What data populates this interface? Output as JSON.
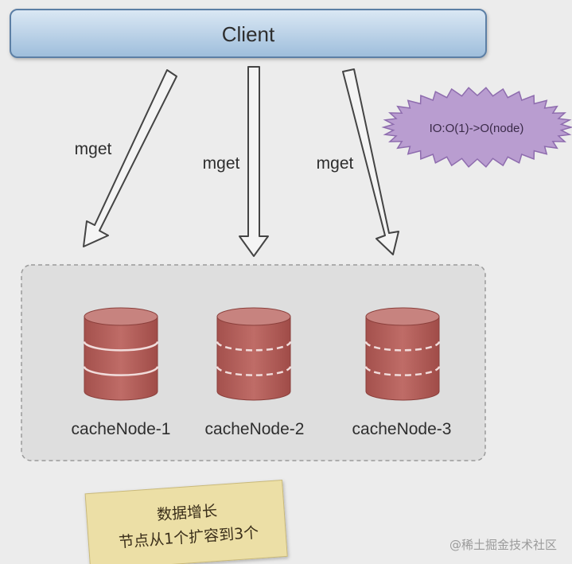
{
  "client": {
    "label": "Client"
  },
  "arrows": [
    {
      "label": "mget"
    },
    {
      "label": "mget"
    },
    {
      "label": "mget"
    }
  ],
  "complexity_badge": {
    "text": "IO:O(1)->O(node)"
  },
  "nodes": [
    {
      "label": "cacheNode-1"
    },
    {
      "label": "cacheNode-2"
    },
    {
      "label": "cacheNode-3"
    }
  ],
  "note": {
    "line1": "数据增长",
    "line2": "节点从1个扩容到3个"
  },
  "watermark": {
    "text": "@稀土掘金技术社区"
  },
  "colors": {
    "background": "#ececec",
    "client_fill_top": "#cfe1f1",
    "client_fill_bottom": "#9fbfdc",
    "client_stroke": "#5c7fa5",
    "cylinder_fill": "#b4605c",
    "cylinder_top": "#c98985",
    "badge_fill": "#b99dd0",
    "note_fill": "#ecdfa6"
  }
}
